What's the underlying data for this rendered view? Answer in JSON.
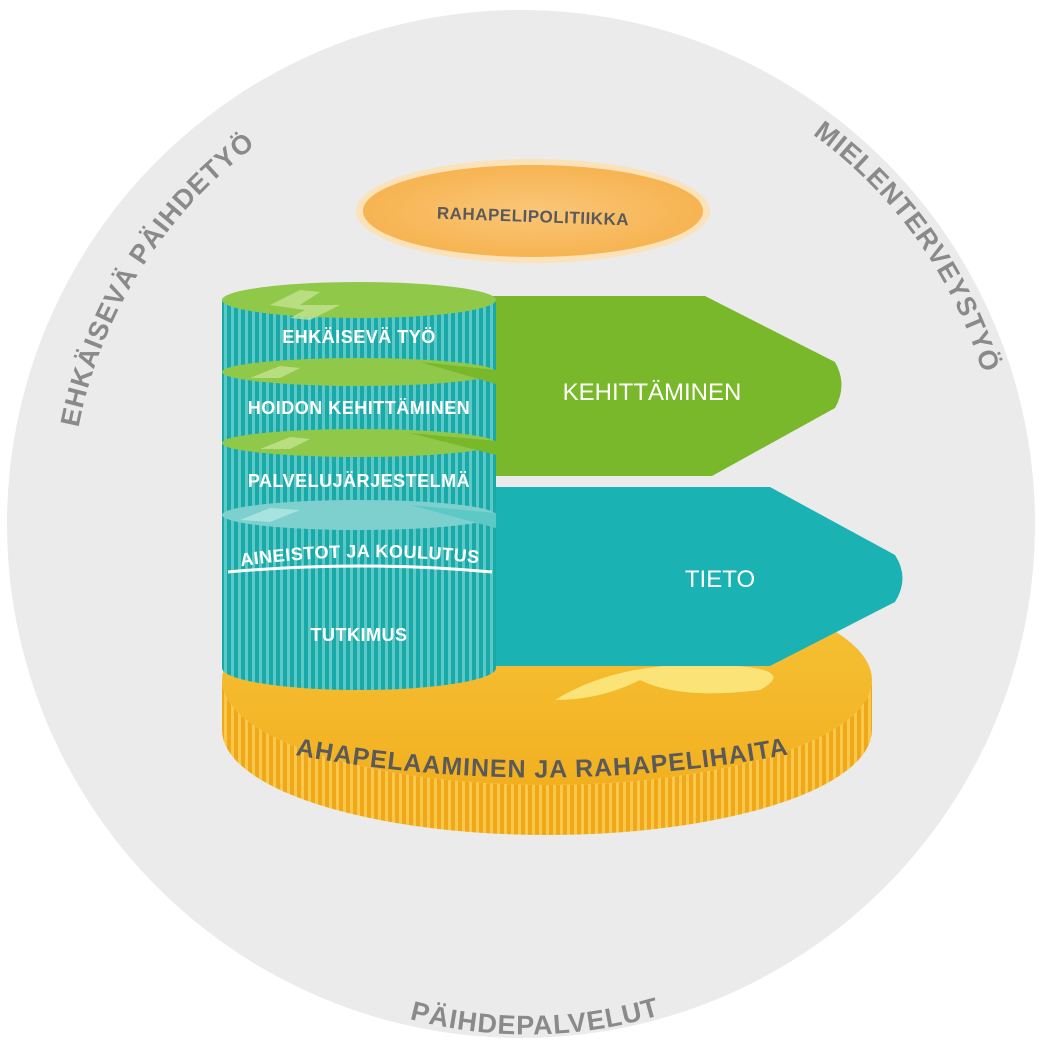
{
  "diagram": {
    "outer_ring": {
      "top_left": "EHKÄISEVÄ PÄIHDETYÖ",
      "top_right": "MIELENTERVEYSTYÖ",
      "bottom": "PÄIHDEPALVELUT"
    },
    "policy_label": "RAHAPELIPOLITIIKKA",
    "stack_layers": [
      "EHKÄISEVÄ TYÖ",
      "HOIDON KEHITTÄMINEN",
      "PALVELUJÄRJESTELMÄ",
      "AINEISTOT JA KOULUTUS",
      "TUTKIMUS"
    ],
    "arrows": {
      "upper": "KEHITTÄMINEN",
      "lower": "TIETO"
    },
    "base_label": "RAHAPELAAMINEN JA RAHAPELIHAITAT"
  },
  "colors": {
    "background_circle": "#ebebeb",
    "ring_text": "#8a8a8a",
    "green": "#78b82a",
    "teal": "#1ab2b2",
    "gold": "#f2b51c",
    "policy_orange": "#f8bd5f"
  }
}
